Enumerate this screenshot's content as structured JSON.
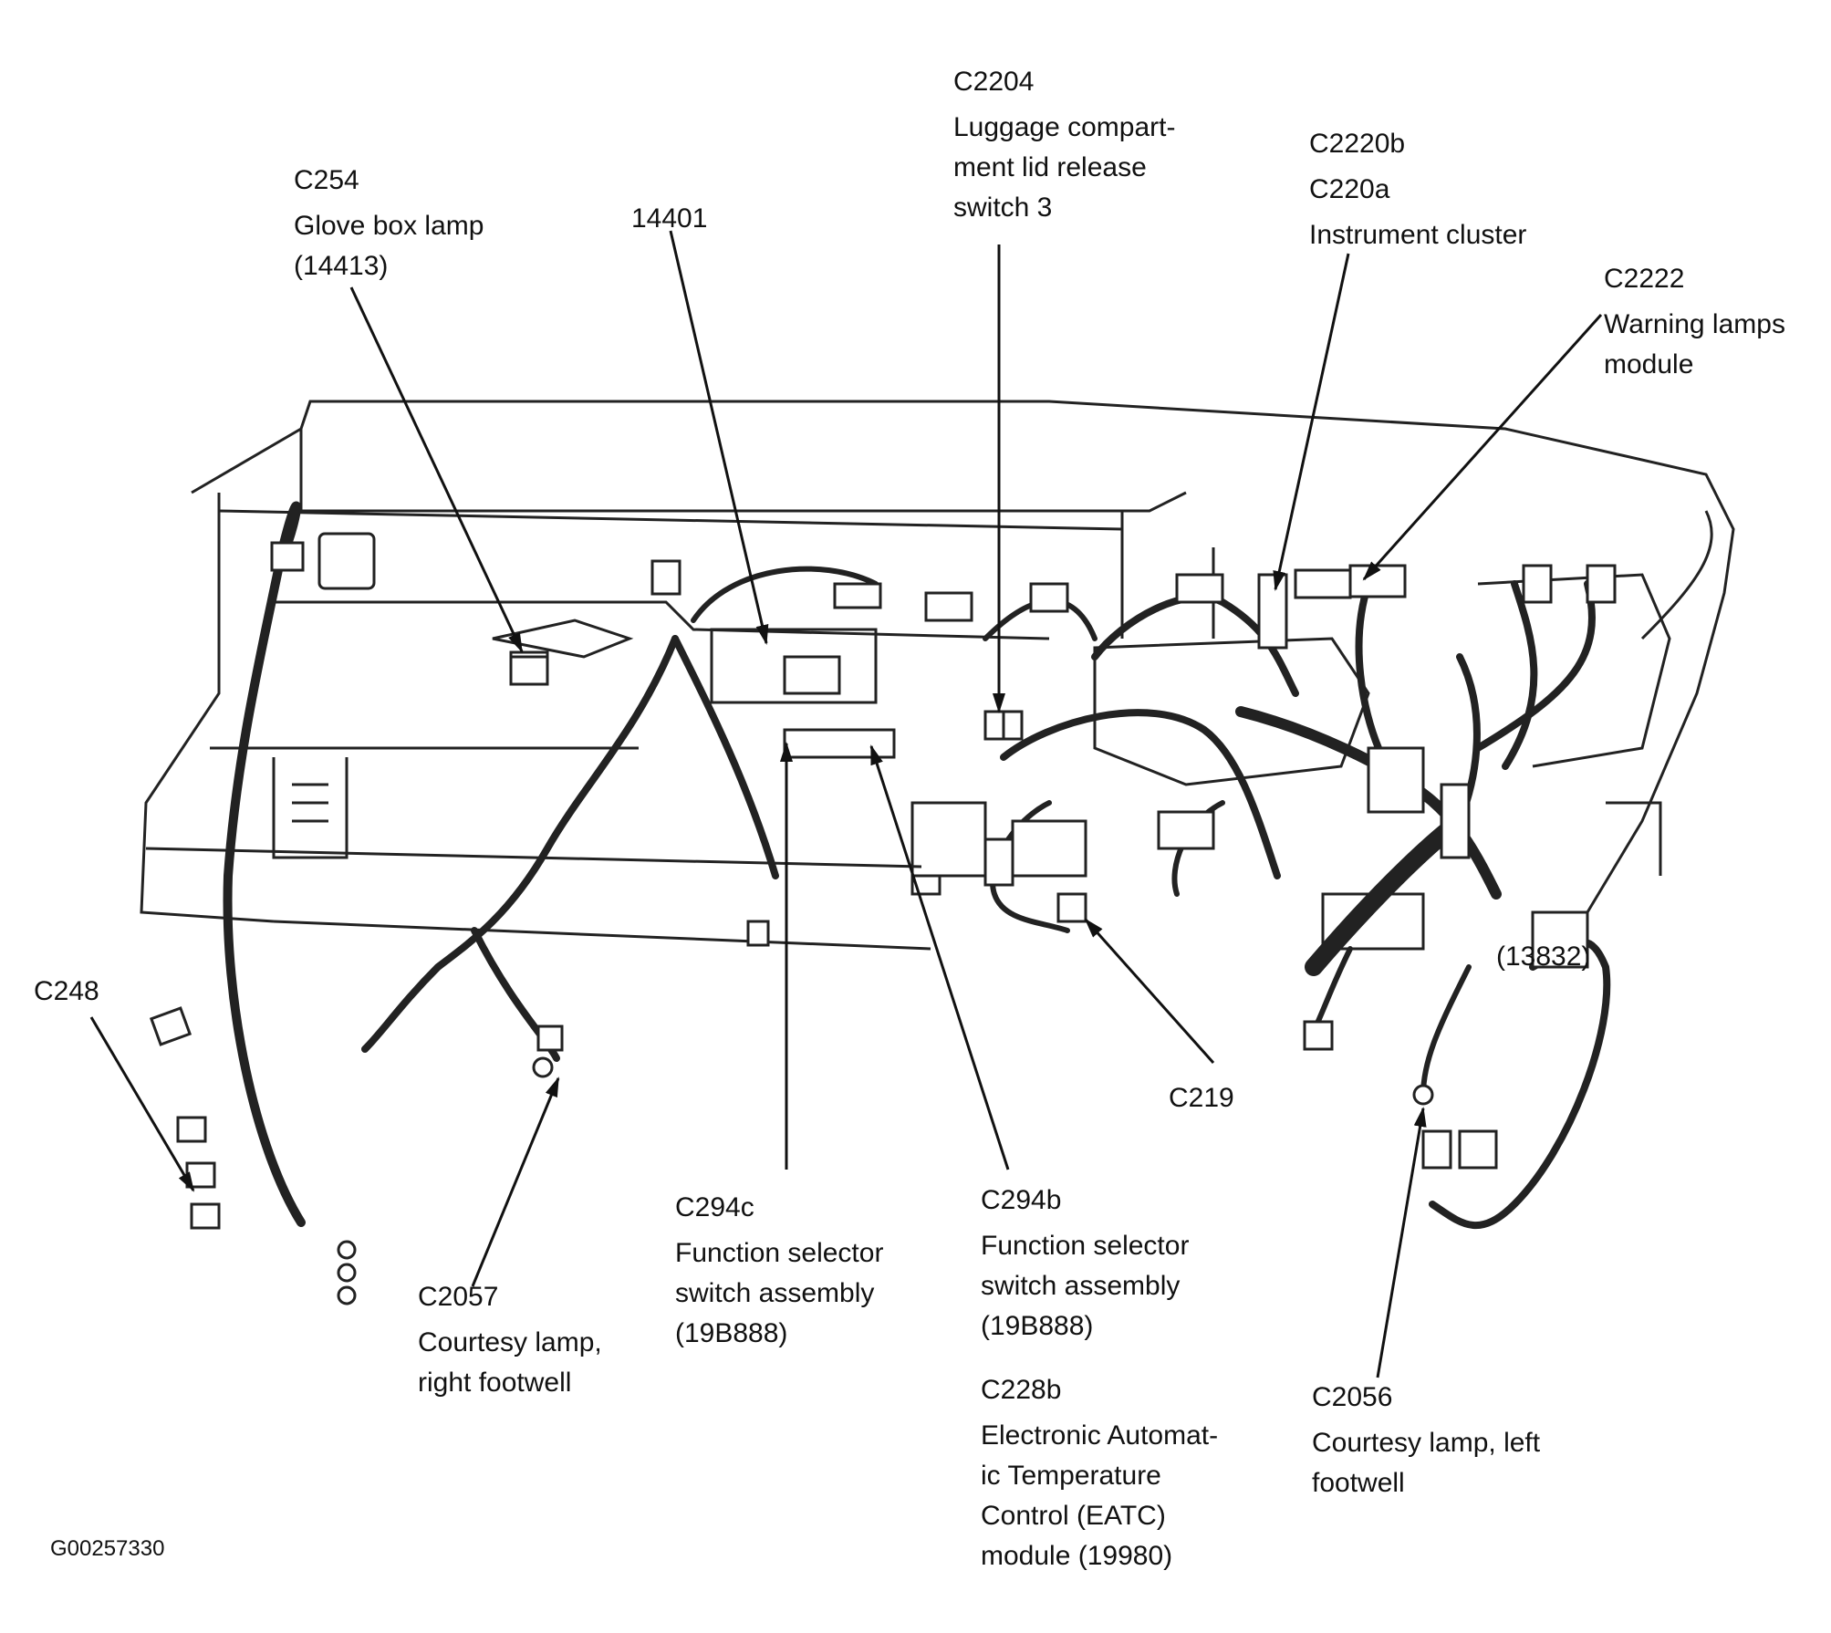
{
  "figure_id": "G00257330",
  "overlay_text": "(13832)",
  "callouts": [
    {
      "key": "c2204",
      "code": "C2204",
      "lines": [
        "Luggage compart-",
        "ment lid release",
        "switch 3"
      ]
    },
    {
      "key": "c2220",
      "code": "C2220b",
      "code2": "C220a",
      "lines": [
        "Instrument cluster"
      ]
    },
    {
      "key": "c2222",
      "code": "C2222",
      "lines": [
        "Warning lamps",
        "module"
      ]
    },
    {
      "key": "c254",
      "code": "C254",
      "lines": [
        "Glove box lamp",
        "(14413)"
      ]
    },
    {
      "key": "c14401",
      "code": "14401",
      "lines": []
    },
    {
      "key": "c248",
      "code": "C248",
      "lines": []
    },
    {
      "key": "c219",
      "code": "C219",
      "lines": []
    },
    {
      "key": "c2057",
      "code": "C2057",
      "lines": [
        "Courtesy lamp,",
        "right footwell"
      ]
    },
    {
      "key": "c294c",
      "code": "C294c",
      "lines": [
        "Function selector",
        "switch assembly",
        "(19B888)"
      ]
    },
    {
      "key": "c294b",
      "code": "C294b",
      "lines": [
        "Function selector",
        "switch assembly",
        "(19B888)"
      ]
    },
    {
      "key": "c228b",
      "code": "C228b",
      "lines": [
        "Electronic Automat-",
        "ic Temperature",
        "Control (EATC)",
        "module (19980)"
      ]
    },
    {
      "key": "c2056",
      "code": "C2056",
      "lines": [
        "Courtesy lamp, left",
        "footwell"
      ]
    }
  ]
}
